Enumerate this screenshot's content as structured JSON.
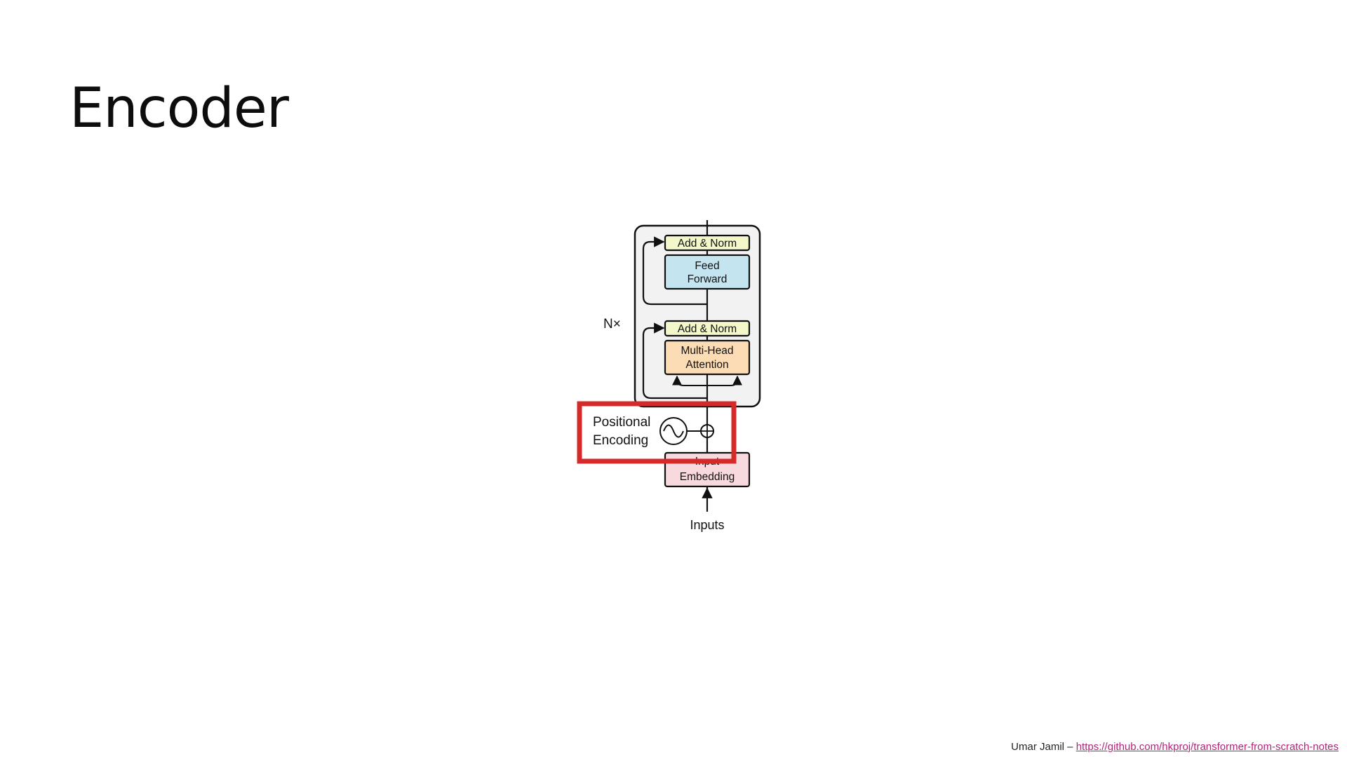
{
  "slide": {
    "title": "Encoder"
  },
  "diagram": {
    "repeat_label": "N×",
    "blocks": {
      "add_norm_top": "Add & Norm",
      "feed_forward": [
        "Feed",
        "Forward"
      ],
      "add_norm_bottom": "Add & Norm",
      "multi_head_attention": [
        "Multi-Head",
        "Attention"
      ],
      "input_embedding": [
        "Input",
        "Embedding"
      ]
    },
    "positional_encoding": [
      "Positional",
      "Encoding"
    ],
    "inputs_label": "Inputs",
    "colors": {
      "add_norm_fill": "#f3f7c9",
      "feed_forward_fill": "#c4e5f0",
      "attention_fill": "#fbdcb4",
      "embedding_fill": "#f8d9de",
      "stack_fill": "#f2f2f2",
      "highlight": "#d42a2a"
    },
    "icons": [
      "sine-wave-icon",
      "plus-circle-icon"
    ]
  },
  "footer": {
    "author": "Umar Jamil –",
    "link_text": "https://github.com/hkproj/transformer-from-scratch-notes"
  }
}
